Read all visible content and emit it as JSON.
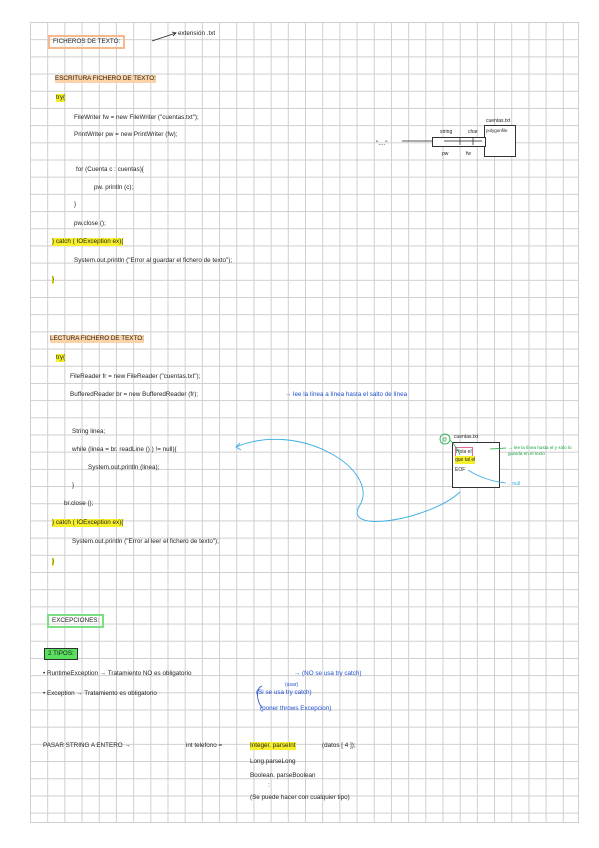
{
  "header": {
    "title": "FICHEROS DE TEXTO:",
    "ext_note": "extensión .txt"
  },
  "write_section": {
    "heading": "ESCRITURA FICHERO DE TEXTO:",
    "code": [
      "try{",
      "FileWriter fw = new FileWriter (\"cuentas.txt\");",
      "PrintWriter pw = new PrintWriter (fw);",
      "for (Cuenta c : cuentas){",
      "pw. println (c);",
      "}",
      "pw.close ();",
      "} catch ( IOException ex){",
      "System.out.println (\"Error al guardar el fichero de texto\");",
      "}"
    ],
    "diagram": {
      "dots": "\"....\"",
      "string_label": "string",
      "char_label": "char",
      "file_label": "cuentas.txt",
      "file_inner": "polygonfile",
      "pw_label": "pw",
      "fw_label": "fw"
    }
  },
  "read_section": {
    "heading": "LECTURA FICHERO DE TEXTO:",
    "code": [
      "try{",
      "FileReader fr = new FileReader (\"cuentas.txt\");",
      "BufferedReader br = new BufferedReader (fr);",
      "String linea;",
      "while (linea = br. readLine () ) != null){",
      "System.out.println (linea);",
      "}",
      "br.close ();",
      "} catch ( IOException ex){",
      "System.out.println (\"Error al leer el fichero de texto\");",
      "}"
    ],
    "note_readline": "→ lee la línea a línea hasta el salto de línea",
    "diagram": {
      "file_label": "cuentas.txt",
      "badge": "@",
      "line1": "Hola el",
      "line2": "que tal el",
      "line3": "EOF",
      "right_note": "→ lee la línea hasta el y solo lo guarda en el texto",
      "null_note": "→ null"
    }
  },
  "exceptions_section": {
    "heading": "EXCEPCIONES:",
    "types_heading": "2 TIPOS:",
    "runtime_line": "• RuntimeException → Tratamiento NO es obligatorio",
    "runtime_note": "→ (NO se usa try catch)",
    "exception_line": "• Exception → Tratamiento es obligatorio",
    "usar": "(usar)",
    "opt1": "(Si se usa try catch)",
    "opt2": "(poner throws Excepcion)"
  },
  "parse_section": {
    "left": "PASAR STRING A ENTERO →",
    "code": "int telefono =",
    "highlight": "Integer. parseInt",
    "args": "(datos [ 4 ]);",
    "alt1": "Long.parseLong",
    "alt2": "Boolean. parseBoolean",
    "dots": ":",
    "note": "(Se puede hacer con cualquier tipo)"
  }
}
